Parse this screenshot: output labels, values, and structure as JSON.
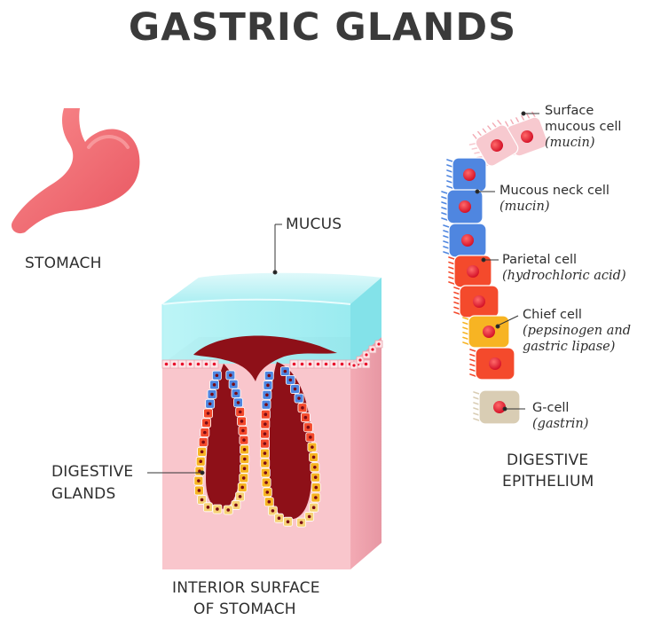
{
  "title": "GASTRIC GLANDS",
  "labels": {
    "stomach": "STOMACH",
    "mucus": "MUCUS",
    "digestive_glands_1": "DIGESTIVE",
    "digestive_glands_2": "GLANDS",
    "interior_1": "INTERIOR SURFACE",
    "interior_2": "OF STOMACH",
    "epithelium_1": "DIGESTIVE",
    "epithelium_2": "EPITHELIUM"
  },
  "cells": [
    {
      "name": "Surface",
      "name2": "mucous cell",
      "product": "(mucin)",
      "color": "#f7c9cf"
    },
    {
      "name": "Mucous neck cell",
      "product": "(mucin)",
      "color": "#4f86e0"
    },
    {
      "name": "Parietal cell",
      "product": "(hydrochloric acid)",
      "color": "#f44a2c"
    },
    {
      "name": "Chief cell",
      "product": "(pepsinogen and",
      "product2": "gastric lipase)",
      "color": "#f7b423"
    },
    {
      "name": "G-cell",
      "product": "(gastrin)",
      "color": "#d9cdb4"
    }
  ],
  "colors": {
    "stomach": "#f36d70",
    "mucus": "#bff3f5",
    "tissue": "#f9c3c9",
    "gland_lumen": "#8e1018",
    "nucleus": "#e8102a"
  }
}
